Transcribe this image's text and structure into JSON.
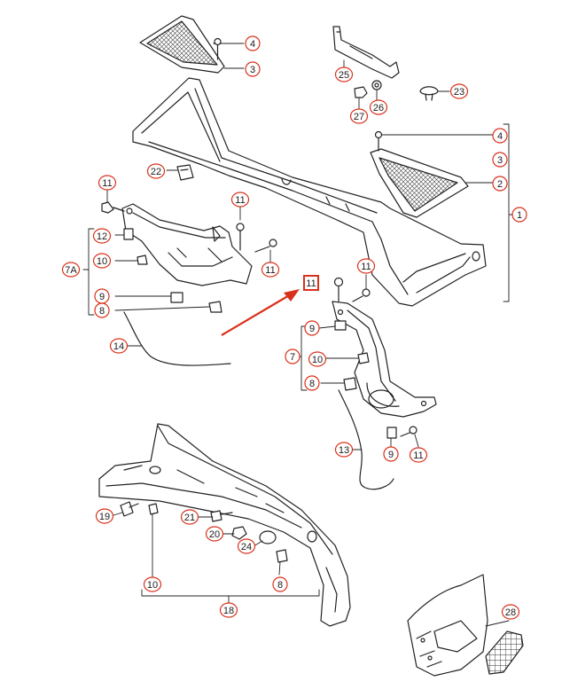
{
  "diagram": {
    "accent_color": "#d9301a",
    "line_color": "#222222",
    "callouts": [
      {
        "id": "c4a",
        "text": "4"
      },
      {
        "id": "c3a",
        "text": "3"
      },
      {
        "id": "c25",
        "text": "25"
      },
      {
        "id": "c23",
        "text": "23"
      },
      {
        "id": "c27",
        "text": "27"
      },
      {
        "id": "c26",
        "text": "26"
      },
      {
        "id": "c4b",
        "text": "4"
      },
      {
        "id": "c3b",
        "text": "3"
      },
      {
        "id": "c2",
        "text": "2"
      },
      {
        "id": "c1",
        "text": "1"
      },
      {
        "id": "c22",
        "text": "22"
      },
      {
        "id": "c11a",
        "text": "11"
      },
      {
        "id": "c11b",
        "text": "11"
      },
      {
        "id": "c12",
        "text": "12"
      },
      {
        "id": "c10a",
        "text": "10"
      },
      {
        "id": "c7A",
        "text": "7A"
      },
      {
        "id": "c11c",
        "text": "11"
      },
      {
        "id": "c9a",
        "text": "9"
      },
      {
        "id": "c8a",
        "text": "8"
      },
      {
        "id": "c14",
        "text": "14"
      },
      {
        "id": "c11d",
        "text": "11"
      },
      {
        "id": "c11hl",
        "text": "11"
      },
      {
        "id": "c9b",
        "text": "9"
      },
      {
        "id": "c7",
        "text": "7"
      },
      {
        "id": "c10b",
        "text": "10"
      },
      {
        "id": "c8b",
        "text": "8"
      },
      {
        "id": "c13",
        "text": "13"
      },
      {
        "id": "c9c",
        "text": "9"
      },
      {
        "id": "c11e",
        "text": "11"
      },
      {
        "id": "c19",
        "text": "19"
      },
      {
        "id": "c21",
        "text": "21"
      },
      {
        "id": "c20",
        "text": "20"
      },
      {
        "id": "c24",
        "text": "24"
      },
      {
        "id": "c10c",
        "text": "10"
      },
      {
        "id": "c8c",
        "text": "8"
      },
      {
        "id": "c18",
        "text": "18"
      },
      {
        "id": "c28",
        "text": "28"
      }
    ]
  }
}
